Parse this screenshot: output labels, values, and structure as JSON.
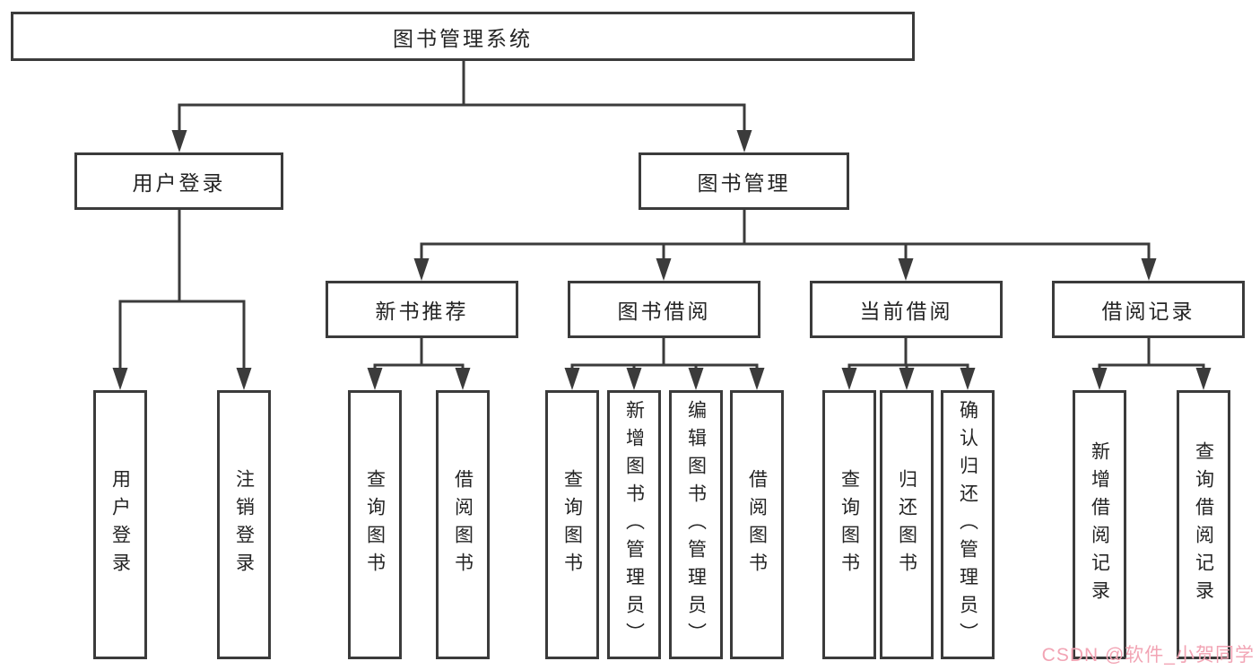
{
  "diagram": {
    "root": {
      "label": "图书管理系统"
    },
    "branches": [
      {
        "label": "用户登录",
        "children": [
          {
            "label": "用户登录"
          },
          {
            "label": "注销登录"
          }
        ]
      },
      {
        "label": "图书管理",
        "children": [
          {
            "label": "新书推荐",
            "children": [
              {
                "label": "查询图书"
              },
              {
                "label": "借阅图书"
              }
            ]
          },
          {
            "label": "图书借阅",
            "children": [
              {
                "label": "查询图书"
              },
              {
                "label": "新增图书（管理员）"
              },
              {
                "label": "编辑图书（管理员）"
              },
              {
                "label": "借阅图书"
              }
            ]
          },
          {
            "label": "当前借阅",
            "children": [
              {
                "label": "查询图书"
              },
              {
                "label": "归还图书"
              },
              {
                "label": "确认归还（管理员）"
              }
            ]
          },
          {
            "label": "借阅记录",
            "children": [
              {
                "label": "新增借阅记录"
              },
              {
                "label": "查询借阅记录"
              }
            ]
          }
        ]
      }
    ]
  },
  "watermark": {
    "text": "CSDN @软件_小贺同学"
  },
  "colors": {
    "line": "#3b3b3b",
    "text": "#242424",
    "watermark": "#f2a4b4",
    "background": "#ffffff"
  }
}
